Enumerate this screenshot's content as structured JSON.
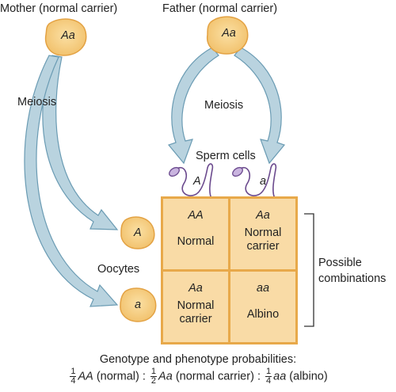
{
  "parents": {
    "mother_label": "Mother (normal carrier)",
    "father_label": "Father (normal carrier)",
    "mother_genotype": "Aa",
    "father_genotype": "Aa"
  },
  "process": {
    "meiosis_left": "Meiosis",
    "meiosis_right": "Meiosis",
    "sperm_label": "Sperm cells",
    "oocytes_label": "Oocytes"
  },
  "gametes": {
    "sperm_1": "A",
    "sperm_2": "a",
    "oocyte_1": "A",
    "oocyte_2": "a"
  },
  "punnett": {
    "cells": [
      {
        "genotype": "AA",
        "phenotype": "Normal"
      },
      {
        "genotype": "Aa",
        "phenotype": "Normal carrier"
      },
      {
        "genotype": "Aa",
        "phenotype": "Normal carrier"
      },
      {
        "genotype": "aa",
        "phenotype": "Albino"
      }
    ],
    "bracket_label": "Possible combinations"
  },
  "probabilities": {
    "title": "Genotype and phenotype probabilities:",
    "terms": [
      {
        "numerator": "1",
        "denominator": "4",
        "genotype": "AA",
        "description": "(normal)"
      },
      {
        "numerator": "1",
        "denominator": "2",
        "genotype": "Aa",
        "description": "(normal carrier)"
      },
      {
        "numerator": "1",
        "denominator": "4",
        "genotype": "aa",
        "description": "(albino)"
      }
    ],
    "separator": ":"
  },
  "colors": {
    "cell_fill": "#f5cd7e",
    "cell_stroke": "#e3a243",
    "arrow_fill": "#b9d3df",
    "arrow_stroke": "#6a9bb3",
    "punnett_fill": "#f9dba6",
    "punnett_border": "#e8a94a",
    "sperm_head": "#7a4a9a"
  }
}
